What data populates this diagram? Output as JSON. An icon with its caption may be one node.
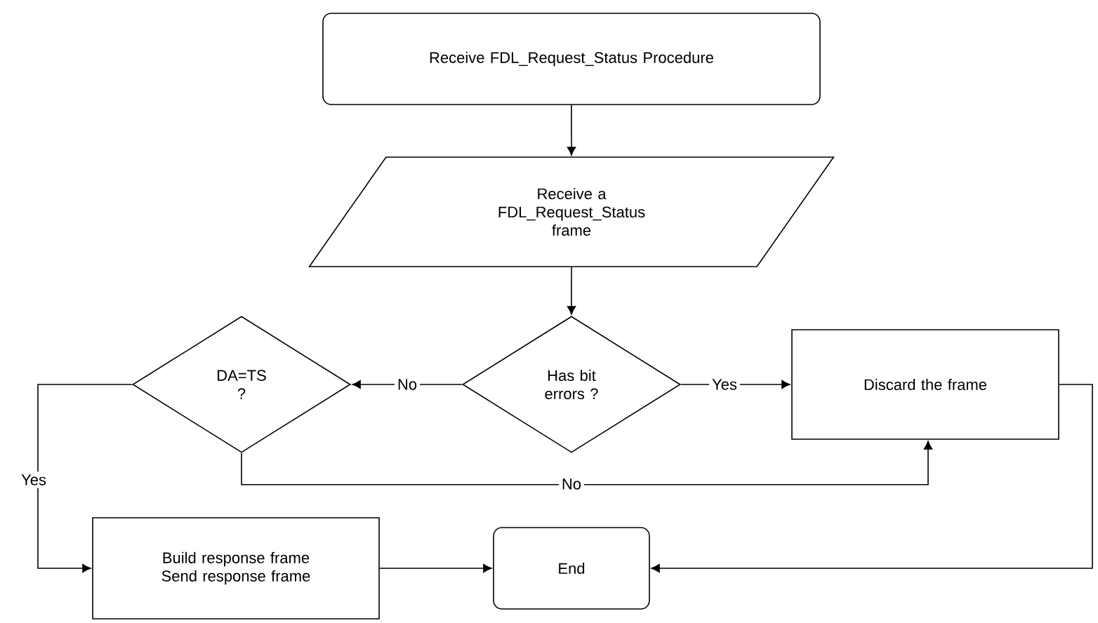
{
  "diagram": {
    "nodes": [
      {
        "text": [
          "Receive FDL_Request_Status Procedure"
        ]
      },
      {
        "text": [
          "Receive a FDL_Request_Status frame"
        ]
      },
      {
        "text": [
          "Has bit errors ?"
        ]
      },
      {
        "text": [
          "DA=TS ?"
        ]
      },
      {
        "text": [
          "Discard the frame"
        ]
      },
      {
        "text": [
          "Build response frame Send response frame"
        ]
      },
      {
        "text": [
          "End"
        ]
      }
    ],
    "edges": [
      {
        "from": 0,
        "to": 1,
        "arrow": "to"
      },
      {
        "from": 1,
        "to": 2,
        "arrow": "to"
      },
      {
        "from": 2,
        "to": 3,
        "arrow": "to",
        "label": "No"
      },
      {
        "from": 2,
        "to": 4,
        "arrow": "to",
        "label": "Yes"
      },
      {
        "from": 3,
        "to": 4,
        "arrow": "to",
        "label": "No"
      },
      {
        "from": 3,
        "to": 5,
        "arrow": "to",
        "label": "Yes"
      },
      {
        "from": 5,
        "to": 6,
        "arrow": "to"
      },
      {
        "from": 4,
        "to": 6,
        "arrow": "to"
      }
    ]
  }
}
